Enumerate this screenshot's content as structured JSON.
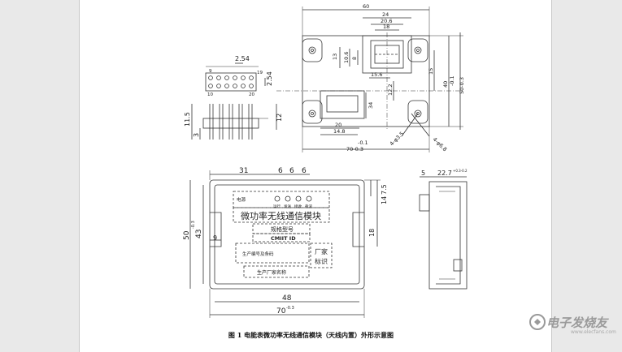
{
  "caption": "图 1  电能表微功率无线通信模块（天线内置）外形示意图",
  "watermark": {
    "text": "电子发烧友",
    "url": "www.elecfans.com"
  },
  "top_view": {
    "dims": {
      "overall_width": "60",
      "slot_24": "24",
      "slot_20_6": "20.6",
      "slot_18": "18",
      "h13": "13",
      "h10_6": "10.6",
      "h8": "8",
      "w15_6": "15.6",
      "h15": "15",
      "h12_2": "12.2",
      "h34": "34",
      "w20": "20",
      "w14_8": "14.8",
      "tol_width": "-0.1",
      "base_width": "70-0.3",
      "tol_height": "-0.1",
      "base_height": "50-0.3",
      "h40": "40",
      "hole_big": "4-φ6.8",
      "hole_small": "4-φ3.5"
    }
  },
  "pin_view": {
    "dims": {
      "pitch_h": "2.54",
      "pitch_v": "2.54",
      "h11_5": "11.5",
      "h3": "3",
      "w12": "12"
    },
    "pin_numbers": {
      "p9": "9",
      "p19": "19",
      "p10": "10",
      "p20": "20"
    }
  },
  "front_view": {
    "dims": {
      "d31": "31",
      "d6a": "6",
      "d6b": "6",
      "d6c": "6",
      "d7_5": "7.5",
      "d14": "14",
      "d43": "43",
      "d50": "50",
      "d50_tol": "-0.3",
      "d9": "9",
      "d18": "18",
      "d48": "48",
      "d70": "70",
      "d70_tol": "-0.3"
    },
    "label_power": "电源",
    "leds": [
      "运行",
      "发送",
      "接收",
      "载波"
    ],
    "module_title": "微功率无线通信模块",
    "spec_label": "规格型号",
    "id_label": "CMIIT ID",
    "sn_label": "生产编号及条码",
    "maker_label": "厂家\n标识",
    "vendor_label": "生产厂家名称"
  },
  "side_view": {
    "dims": {
      "d5": "5",
      "d22_7": "22.7",
      "d22_7_tol": "+0.3-0.2"
    }
  }
}
